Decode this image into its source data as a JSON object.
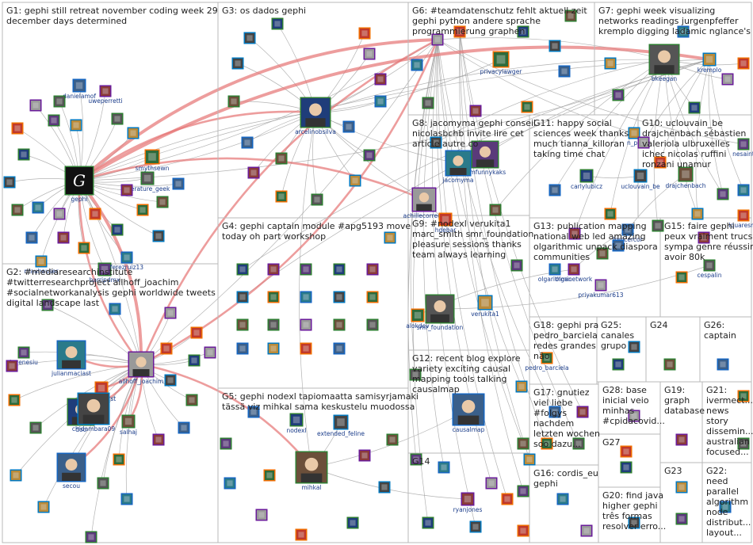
{
  "graph": {
    "groups": [
      {
        "id": "G1",
        "lines": [
          "G1: gephi still retreat november coding week 29",
          "december days determined"
        ]
      },
      {
        "id": "G2",
        "lines": [
          "G2: #mediaresearchinstitute",
          "#twitterresearchproject allhoff_joachim",
          "#socialnetworkanalysis gephi worldwide tweets",
          "digital landscape last"
        ]
      },
      {
        "id": "G3",
        "lines": [
          "G3: os dados gephi"
        ]
      },
      {
        "id": "G4",
        "lines": [
          "G4: gephi captain module #apg5193 move",
          "today oh part workshop"
        ]
      },
      {
        "id": "G5",
        "lines": [
          "G5: gephi nodexl tapiomaatta samisyrjamaki",
          "tässä viz mihkal sama keskustelu muodossa"
        ]
      },
      {
        "id": "G6",
        "lines": [
          "G6: #teamdatenschutz fehlt aktuell zeit",
          "gephi python andere sprache",
          "programmierung graphen"
        ]
      },
      {
        "id": "G7",
        "lines": [
          "G7: gephi week visualizing",
          "networks readings jurgenpfeffer",
          "kremplo digging ladamic nglance's"
        ]
      },
      {
        "id": "G8",
        "lines": [
          "G8: jacomyma gephi conseil",
          "nicolasbchb invite lire cet",
          "article autre co"
        ]
      },
      {
        "id": "G9",
        "lines": [
          "G9: #nodexl verukita1",
          "marc_smith smr_foundation",
          "pleasure sessions thanks",
          "team always learning"
        ]
      },
      {
        "id": "G10",
        "lines": [
          "G10: uclouvain_be",
          "drajchenbach sébastien",
          "valeriola ulbruxelles",
          "ichec nicolas ruffini",
          "ronzani unamur"
        ]
      },
      {
        "id": "G11",
        "lines": [
          "G11: happy social",
          "sciences week thanks",
          "much tianna_killoran",
          "taking time chat"
        ]
      },
      {
        "id": "G12",
        "lines": [
          "G12: recent blog explore",
          "variety exciting causal",
          "mapping tools talking",
          "causalmap"
        ]
      },
      {
        "id": "G13",
        "lines": [
          "G13: publication mapping",
          "national web led amazing",
          "olgarithmic unpack diaspora",
          "communities"
        ]
      },
      {
        "id": "G14",
        "lines": [
          "G14"
        ]
      },
      {
        "id": "G15",
        "lines": [
          "G15: faire gephi",
          "peux vraiment trucs",
          "sympa genre réussir",
          "avoir 80k"
        ]
      },
      {
        "id": "G16",
        "lines": [
          "G16: cordis_eu",
          "gephi"
        ]
      },
      {
        "id": "G17",
        "lines": [
          "G17: gnutiez",
          "viel liebe",
          "#folgys",
          "nachdem",
          "letzten wochen",
          "soo dazu..."
        ]
      },
      {
        "id": "G18",
        "lines": [
          "G18: gephi pra",
          "pedro_barciela",
          "redes grandes",
          "não"
        ]
      },
      {
        "id": "G19",
        "lines": [
          "G19:",
          "graph",
          "database"
        ]
      },
      {
        "id": "G20",
        "lines": [
          "G20: find java",
          "higher gephi",
          "três formas",
          "resolver erro..."
        ]
      },
      {
        "id": "G21",
        "lines": [
          "G21:",
          "ivermect...",
          "news",
          "story",
          "dissemin...",
          "australian",
          "focused..."
        ]
      },
      {
        "id": "G22",
        "lines": [
          "G22:",
          "need",
          "parallel",
          "algorithm",
          "node",
          "distribut...",
          "layout..."
        ]
      },
      {
        "id": "G23",
        "lines": [
          "G23"
        ]
      },
      {
        "id": "G24",
        "lines": [
          "G24"
        ]
      },
      {
        "id": "G25",
        "lines": [
          "G25:",
          "canales",
          "grupo"
        ]
      },
      {
        "id": "G26",
        "lines": [
          "G26:",
          "captain"
        ]
      },
      {
        "id": "G27",
        "lines": [
          "G27"
        ]
      },
      {
        "id": "G28",
        "lines": [
          "G28: base",
          "inicial veio",
          "minhas",
          "#cpidacovid..."
        ]
      }
    ],
    "node_labels": [
      "danielamof",
      "uweperretti",
      "gephi",
      "smythsewn",
      "literature_geek",
      "nrauhauser",
      "barripdmx",
      "ferezruiz13",
      "jovenesiu",
      "julianmaciast",
      "allhoff_joachim",
      "hbathurst",
      "doc",
      "chidambara09",
      "salhaj",
      "secou",
      "arcelinobsilva",
      "privacylawger",
      "bkeegan",
      "kremplo",
      "lamfunnykaks",
      "jacomyma",
      "achillecorrege",
      "hdebar",
      "carlylubicz",
      "uclouvain_be",
      "drajchenbach",
      "lemcercor",
      "olganetwork",
      "alokdev",
      "smr_foundation",
      "verukita1",
      "olgarithmic",
      "priyakumar613",
      "lquaresmi",
      "nodexl",
      "extended_feline",
      "mihkal",
      "causalmap",
      "ryanjones",
      "pedro_barciela",
      "cespalin",
      "n_pe",
      "nesaint"
    ]
  }
}
